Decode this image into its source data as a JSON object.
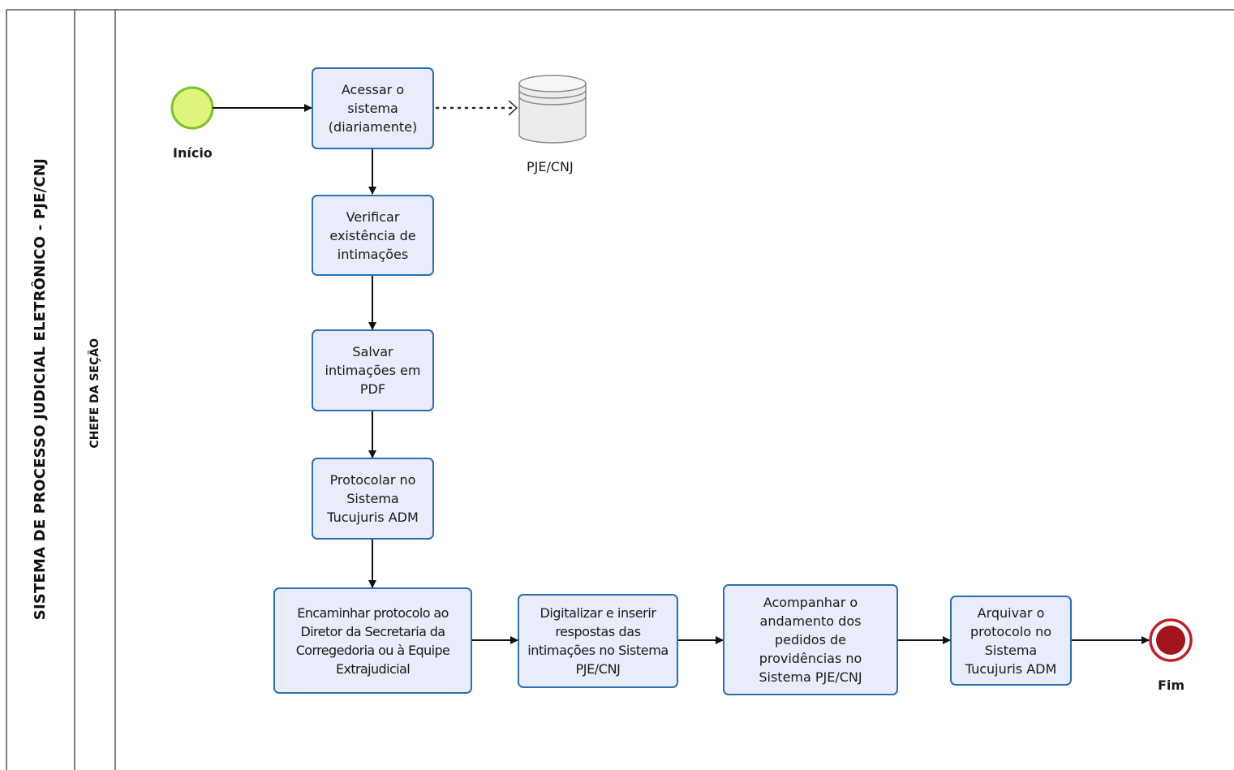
{
  "pool": {
    "title": "SISTEMA DE PROCESSO JUDICIAL ELETRÔNICO - PJE/CNJ"
  },
  "lane": {
    "title": "CHEFE DA SEÇÃO"
  },
  "events": {
    "start": {
      "label": "Início"
    },
    "end": {
      "label": "Fim"
    }
  },
  "data_store": {
    "label": "PJE/CNJ"
  },
  "tasks": [
    {
      "id": "acessar",
      "text": "Acessar o sistema (diariamente)"
    },
    {
      "id": "verificar",
      "text": "Verificar existência de intimações"
    },
    {
      "id": "salvar",
      "text": "Salvar intimações em PDF"
    },
    {
      "id": "protocolar",
      "text": "Protocolar no Sistema Tucujuris ADM"
    },
    {
      "id": "encaminhar",
      "text": "Encaminhar protocolo ao Diretor da Secretaria da Corregedoria ou à Equipe Extrajudicial"
    },
    {
      "id": "digitalizar",
      "text": "Digitalizar e inserir respostas das intimações no Sistema PJE/CNJ"
    },
    {
      "id": "acompanhar",
      "text": "Acompanhar o andamento dos pedidos de providências no Sistema PJE/CNJ"
    },
    {
      "id": "arquivar",
      "text": "Arquivar o protocolo no Sistema Tucujuris ADM"
    }
  ],
  "colors": {
    "task_fill": "#e9ecfb",
    "task_border": "#2a6fb0",
    "start_fill": "#dff57a",
    "start_stroke": "#7cc02a",
    "end_fill": "#a4141c",
    "end_stroke": "#c0202a"
  }
}
